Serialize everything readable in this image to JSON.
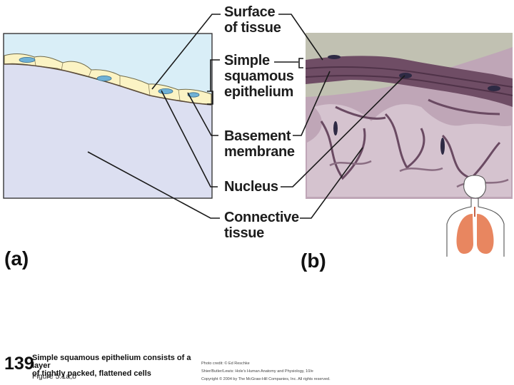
{
  "callouts": {
    "surface": "Surface\nof tissue",
    "epithelium": "Simple\nsquamous\nepithelium",
    "basement": "Basement\nmembrane",
    "nucleus": "Nucleus",
    "connective": "Connective\ntissue"
  },
  "panels": {
    "a_label": "(a)",
    "b_label": "(b)"
  },
  "footer": {
    "slide_number": "139",
    "caption": "Simple squamous epithelium consists of a layer\nof tightly packed, flattened cells",
    "figure_ref": "Figure 5.1a,b",
    "photo_credit": "Photo credit: © Ed Reschke",
    "book_credit": "Shier/Butler/Lewis: Hole's Human Anatomy and Physiology, 10/e",
    "copyright": "Copyright © 2004 by The McGraw-Hill Companies, Inc. All rights reserved."
  },
  "colors": {
    "connective_fill": "#dcdff1",
    "surface_fill": "#d9eef7",
    "epithelium_cells": "#fbf3c4",
    "nucleus": "#6fb1d6",
    "micrograph_base": "#8d7387",
    "lungs": "#e88660"
  }
}
